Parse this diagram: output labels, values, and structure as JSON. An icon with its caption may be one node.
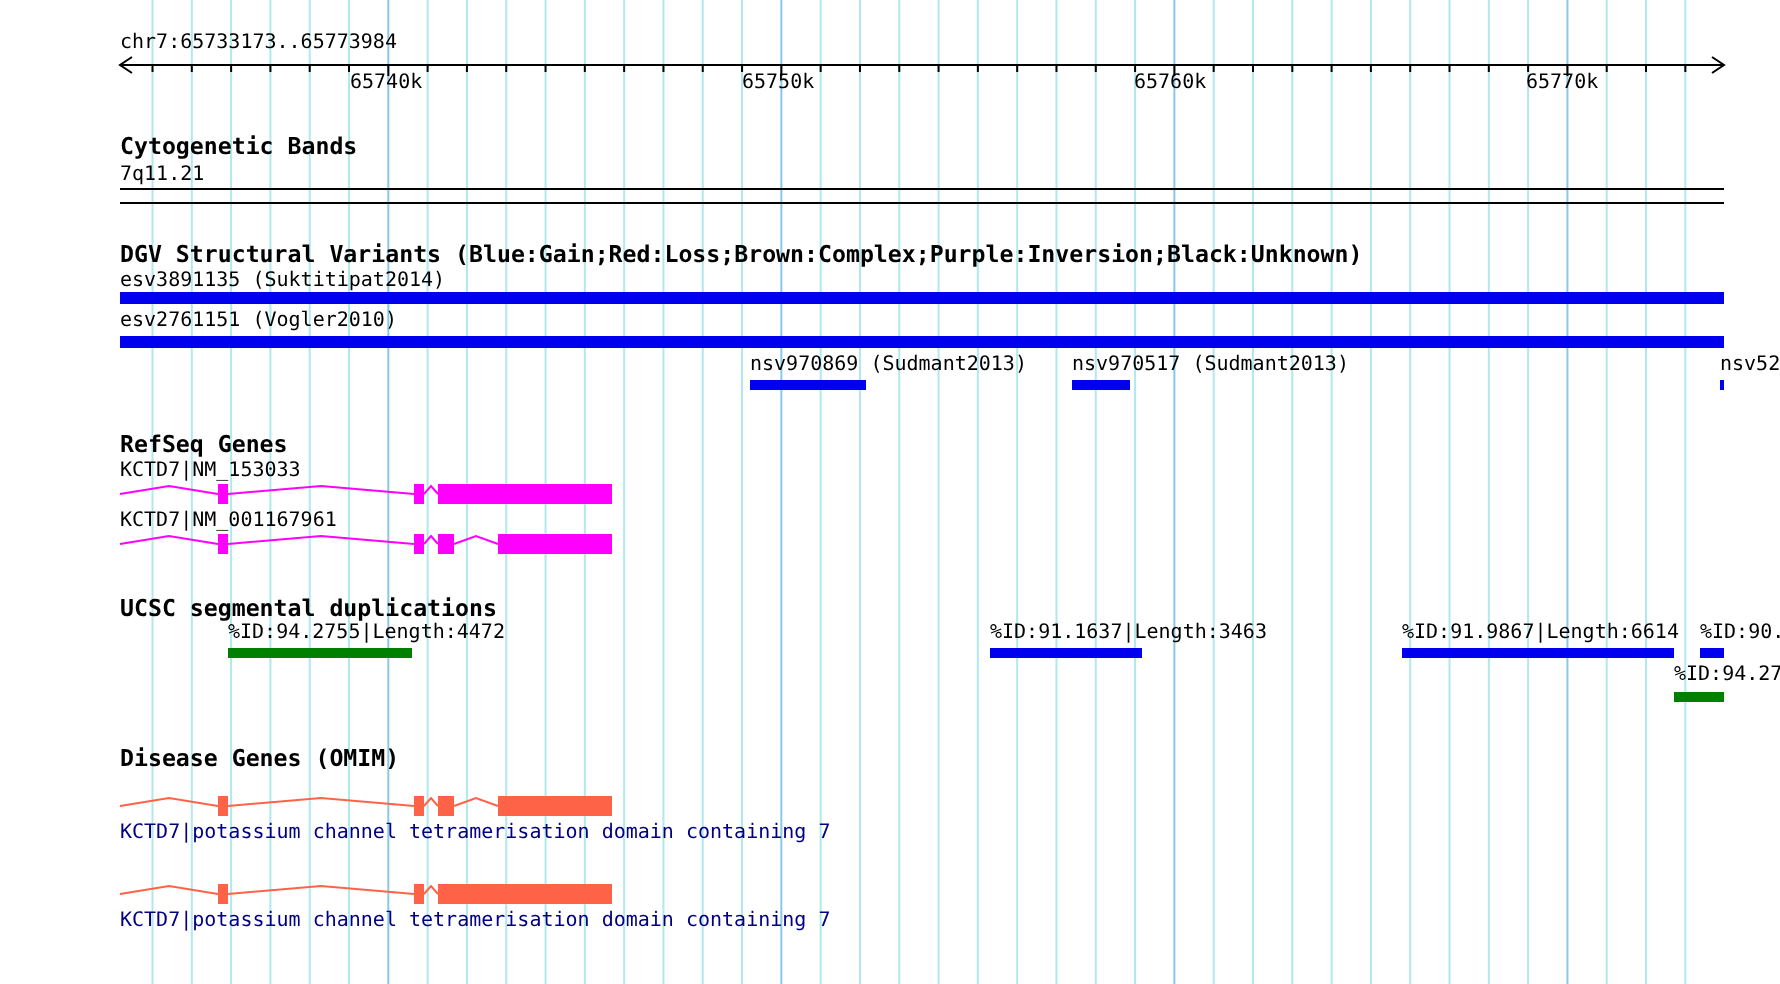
{
  "diagram": {
    "nodes": [
      {
        "text": [
          "esv3891135 (Suktitipat2014)"
        ]
      },
      {
        "text": [
          "esv2761151 (Vogler2010)"
        ]
      },
      {
        "text": [
          "nsv970869 (Sudmant2013)"
        ]
      },
      {
        "text": [
          "nsv970517 (Sudmant2013)"
        ]
      },
      {
        "text": [
          "nsv52"
        ]
      },
      {
        "text": [
          "KCTD7|NM_153033"
        ]
      },
      {
        "text": [
          "KCTD7|NM_001167961"
        ]
      },
      {
        "text": [
          "%ID:94.2755|Length:4472"
        ]
      },
      {
        "text": [
          "%ID:91.1637|Length:3463"
        ]
      },
      {
        "text": [
          "%ID:91.9867|Length:6614"
        ]
      },
      {
        "text": [
          "%ID:90."
        ]
      },
      {
        "text": [
          "%ID:94.27"
        ]
      },
      {
        "text": [
          "KCTD7|potassium channel tetramerisation domain containing 7"
        ]
      },
      {
        "text": [
          "KCTD7|potassium channel tetramerisation domain containing 7"
        ]
      }
    ],
    "edges": [],
    "labels": [
      "chr7:65733173..65773984",
      "65740k",
      "65750k",
      "65760k",
      "65770k",
      "Cytogenetic Bands",
      "7q11.21",
      "DGV Structural Variants (Blue:Gain;Red:Loss;Brown:Complex;Purple:Inversion;Black:Unknown)",
      "RefSeq Genes",
      "UCSC segmental duplications",
      "Disease Genes (OMIM)"
    ]
  }
}
